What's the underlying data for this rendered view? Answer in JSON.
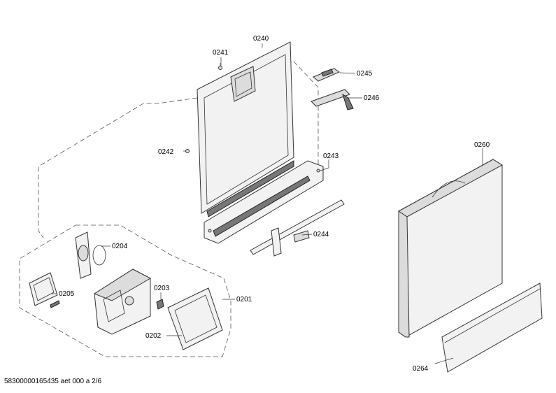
{
  "labels": {
    "p0240": "0240",
    "p0241": "0241",
    "p0242": "0242",
    "p0243": "0243",
    "p0244": "0244",
    "p0245": "0245",
    "p0246": "0246",
    "p0260": "0260",
    "p0264": "0264",
    "p0201": "0201",
    "p0202": "0202",
    "p0203": "0203",
    "p0204": "0204",
    "p0205": "0205"
  },
  "footer": "58300000165435 aet 000 a 2/6"
}
